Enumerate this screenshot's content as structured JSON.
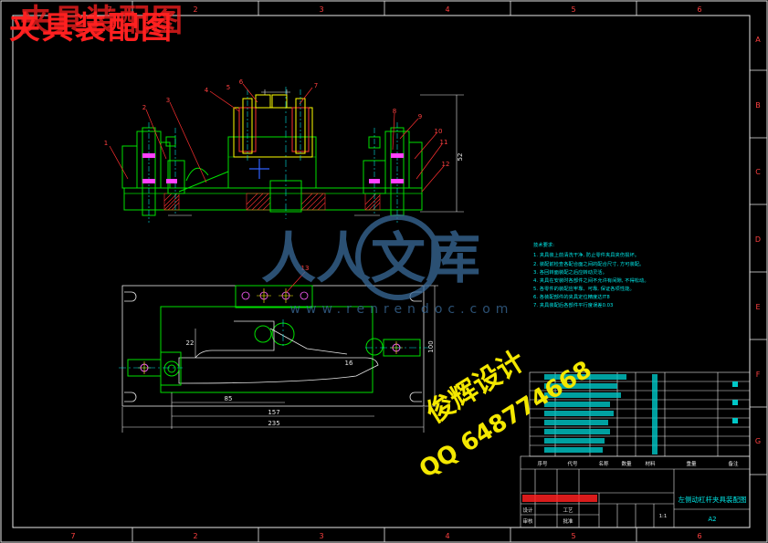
{
  "page_title": "夹具装配图",
  "border": {
    "top_cols": [
      "2",
      "3",
      "4",
      "5",
      "6",
      "7"
    ],
    "bottom_cols": [
      "2",
      "3",
      "4",
      "5",
      "6",
      "7"
    ],
    "rows": [
      "A",
      "B",
      "C",
      "D",
      "E",
      "F",
      "G"
    ]
  },
  "balloons": {
    "front": [
      "1",
      "2",
      "3",
      "4",
      "5",
      "6",
      "7",
      "8",
      "9",
      "10",
      "11",
      "12"
    ],
    "plan": [
      "13"
    ]
  },
  "dimensions": {
    "front_height": "52",
    "plan_height": "100",
    "plan_width_1": "85",
    "plan_width_2": "157",
    "plan_width_3": "235",
    "plan_small_1": "22",
    "plan_small_2": "16"
  },
  "tech_notes": {
    "heading": "技术要求:",
    "lines": [
      "1. 夹具装上前清洗干净, 防止零件夹具夹伤损坏。",
      "2. 装配前检查各配合面之间的配合尺寸, 方可装配。",
      "3. 各回转面装配之后应转动灵活。",
      "4. 夹具在安装时各部件之间不允许有间隙, 不得松动。",
      "5. 各零件的装配应牢靠、可靠, 保证各项性能。",
      "6. 各装配部件的夹具定位精度达IT8",
      "7. 夹具装配后各部件平行度误差0.03"
    ]
  },
  "title_block": {
    "drawing_name": "左侧动杠杆夹具装配图",
    "sheet_size": "A2",
    "scale": "1:1",
    "col_headers": [
      "序号",
      "代号",
      "名称",
      "数量",
      "材料",
      "重量",
      "备注"
    ],
    "signature_labels": [
      "设计",
      "审核",
      "工艺",
      "批准"
    ]
  },
  "watermark": {
    "brand": "人人文库",
    "url": "www.renrendoc.com",
    "designer": "俊辉设计",
    "qq": "QQ 648774668"
  }
}
